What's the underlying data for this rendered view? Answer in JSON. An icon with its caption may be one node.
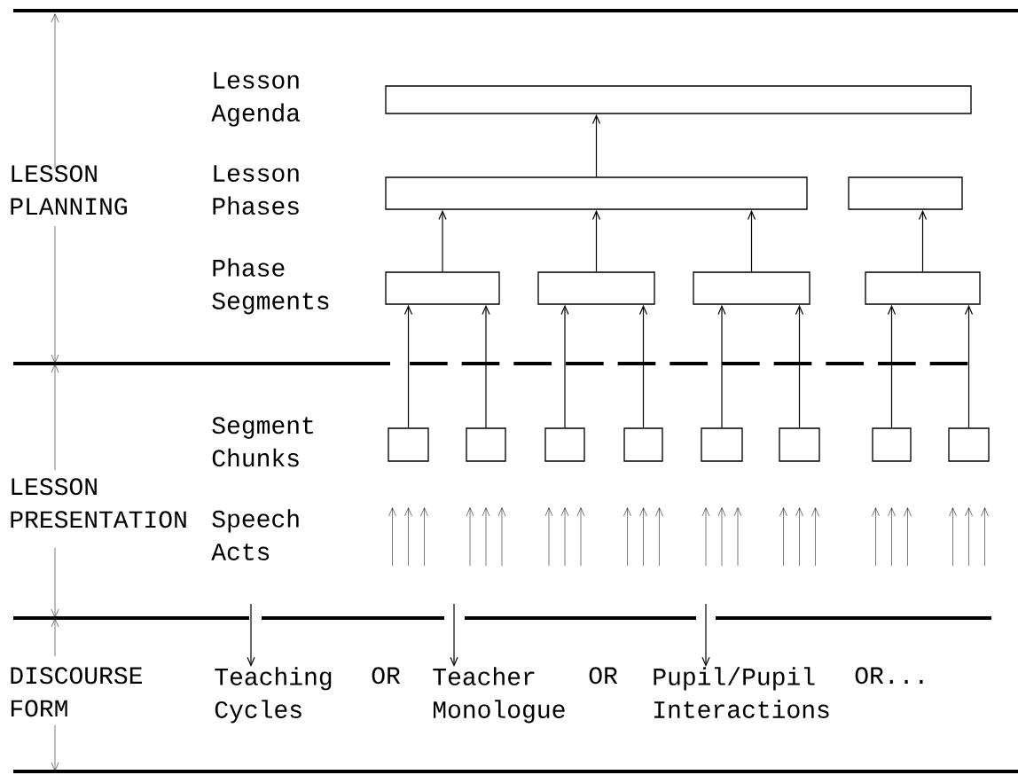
{
  "diagram": {
    "nodes": [
      {
        "text": [],
        "shape": "box"
      },
      {
        "text": [],
        "shape": "box"
      },
      {
        "text": [],
        "shape": "box"
      },
      {
        "text": [],
        "shape": "box"
      },
      {
        "text": [],
        "shape": "box"
      },
      {
        "text": [],
        "shape": "box"
      },
      {
        "text": [],
        "shape": "box"
      },
      {
        "text": [],
        "shape": "box"
      },
      {
        "text": [],
        "shape": "box"
      },
      {
        "text": [],
        "shape": "box"
      },
      {
        "text": [],
        "shape": "box"
      },
      {
        "text": [],
        "shape": "box"
      },
      {
        "text": [],
        "shape": "box"
      },
      {
        "text": [],
        "shape": "box"
      },
      {
        "text": [],
        "shape": "box"
      },
      {
        "text": [
          "Teaching Cycles"
        ]
      },
      {
        "text": [
          "Teacher Monologue"
        ]
      },
      {
        "text": [
          "Pupil/Pupil Interactions"
        ]
      }
    ],
    "edges": [
      {
        "from": 1,
        "to": 0,
        "arrow": "to"
      },
      {
        "from": 3,
        "to": 1,
        "arrow": "to"
      },
      {
        "from": 4,
        "to": 1,
        "arrow": "to"
      },
      {
        "from": 5,
        "to": 1,
        "arrow": "to"
      },
      {
        "from": 6,
        "to": 2,
        "arrow": "to"
      },
      {
        "from": 7,
        "to": 3,
        "arrow": "to"
      },
      {
        "from": 8,
        "to": 3,
        "arrow": "to"
      },
      {
        "from": 9,
        "to": 4,
        "arrow": "to"
      },
      {
        "from": 10,
        "to": 4,
        "arrow": "to"
      },
      {
        "from": 11,
        "to": 5,
        "arrow": "to"
      },
      {
        "from": 12,
        "to": 5,
        "arrow": "to"
      },
      {
        "from": 13,
        "to": 6,
        "arrow": "to"
      },
      {
        "from": 14,
        "to": 6,
        "arrow": "to"
      },
      {
        "from": null,
        "to": 15,
        "arrow": "to"
      },
      {
        "from": null,
        "to": 16,
        "arrow": "to"
      },
      {
        "from": null,
        "to": 17,
        "arrow": "to"
      }
    ],
    "labels": [
      "Lesson Agenda",
      "LESSON PLANNING",
      "Lesson Phases",
      "Phase Segments",
      "Segment Chunks",
      "LESSON PRESENTATION",
      "Speech Acts",
      "DISCOURSE FORM",
      "OR",
      "OR",
      "OR..."
    ]
  }
}
